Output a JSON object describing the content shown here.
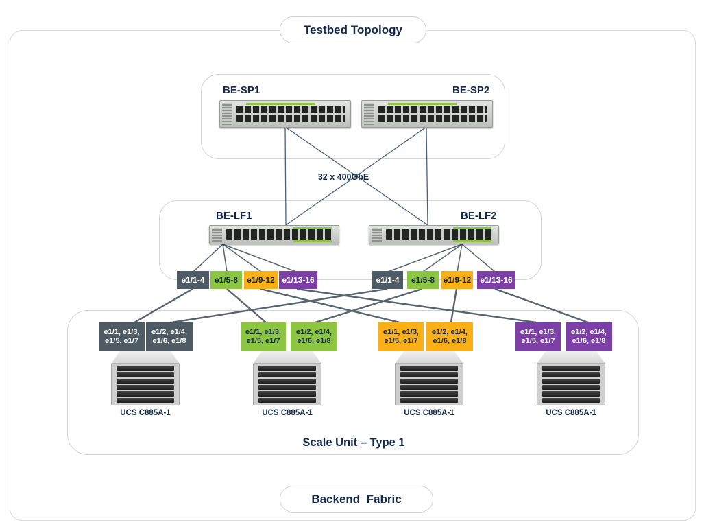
{
  "header": {
    "title": "Testbed Topology"
  },
  "footer": {
    "title": "Backend  Fabric"
  },
  "uplink": {
    "label": "32 x 400GbE"
  },
  "spine_group": {
    "devices": [
      {
        "name": "BE-SP1"
      },
      {
        "name": "BE-SP2"
      }
    ]
  },
  "leaf_group": {
    "devices": [
      {
        "name": "BE-LF1"
      },
      {
        "name": "BE-LF2"
      }
    ]
  },
  "port_groups": {
    "left": [
      {
        "label": "e1/1-4",
        "color": "slate"
      },
      {
        "label": "e1/5-8",
        "color": "green"
      },
      {
        "label": "e1/9-12",
        "color": "orange"
      },
      {
        "label": "e1/13-16",
        "color": "purple"
      }
    ],
    "right": [
      {
        "label": "e1/1-4",
        "color": "slate"
      },
      {
        "label": "e1/5-8",
        "color": "green"
      },
      {
        "label": "e1/9-12",
        "color": "orange"
      },
      {
        "label": "e1/13-16",
        "color": "purple"
      }
    ]
  },
  "scale_unit": {
    "label": "Scale Unit – Type 1",
    "servers": [
      {
        "name": "UCS C885A-1",
        "color": "slate",
        "nic_a": {
          "line1": "e1/1, e1/3,",
          "line2": "e1/5, e1/7"
        },
        "nic_b": {
          "line1": "e1/2, e1/4,",
          "line2": "e1/6, e1/8"
        }
      },
      {
        "name": "UCS C885A-1",
        "color": "green",
        "nic_a": {
          "line1": "e1/1, e1/3,",
          "line2": "e1/5, e1/7"
        },
        "nic_b": {
          "line1": "e1/2, e1/4,",
          "line2": "e1/6, e1/8"
        }
      },
      {
        "name": "UCS C885A-1",
        "color": "orange",
        "nic_a": {
          "line1": "e1/1, e1/3,",
          "line2": "e1/5, e1/7"
        },
        "nic_b": {
          "line1": "e1/2, e1/4,",
          "line2": "e1/6, e1/8"
        }
      },
      {
        "name": "UCS C885A-1",
        "color": "purple",
        "nic_a": {
          "line1": "e1/1, e1/3,",
          "line2": "e1/5, e1/7"
        },
        "nic_b": {
          "line1": "e1/2, e1/4,",
          "line2": "e1/6, e1/8"
        }
      }
    ]
  },
  "colors": {
    "navy_text": "#13294b",
    "slate": "#4e5a64",
    "green": "#8cc540",
    "orange": "#fcb018",
    "purple": "#7c3fa5",
    "wire": "#56636f",
    "spine_wire": "#47617f",
    "container_border": "#d2d4d6"
  }
}
